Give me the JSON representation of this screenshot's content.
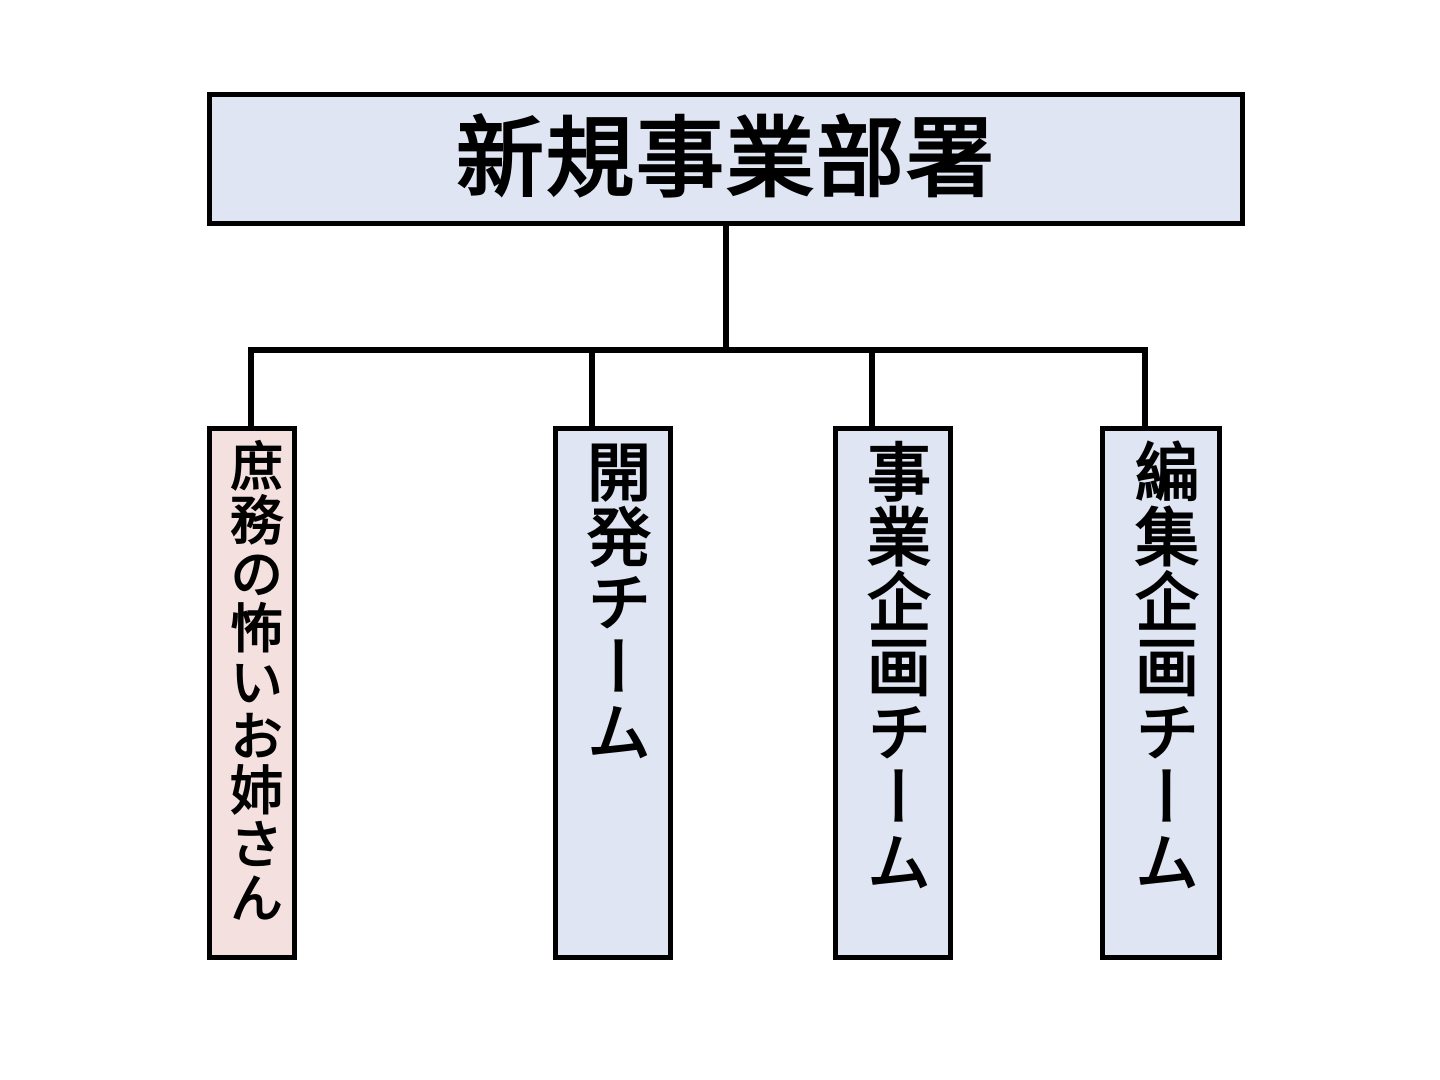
{
  "diagram": {
    "type": "organization-chart",
    "orientation": "top-down",
    "root": {
      "label": "新規事業部署",
      "fill_color": "#dfe5f2",
      "border_color": "#000000",
      "text_direction": "horizontal"
    },
    "children": [
      {
        "label": "庶務の怖いお姉さん",
        "fill_color": "#f5e0e0",
        "border_color": "#000000",
        "text_direction": "vertical"
      },
      {
        "label": "開発チーム",
        "fill_color": "#dfe5f2",
        "border_color": "#000000",
        "text_direction": "vertical"
      },
      {
        "label": "事業企画チーム",
        "fill_color": "#dfe5f2",
        "border_color": "#000000",
        "text_direction": "vertical"
      },
      {
        "label": "編集企画チーム",
        "fill_color": "#dfe5f2",
        "border_color": "#000000",
        "text_direction": "vertical"
      }
    ]
  }
}
